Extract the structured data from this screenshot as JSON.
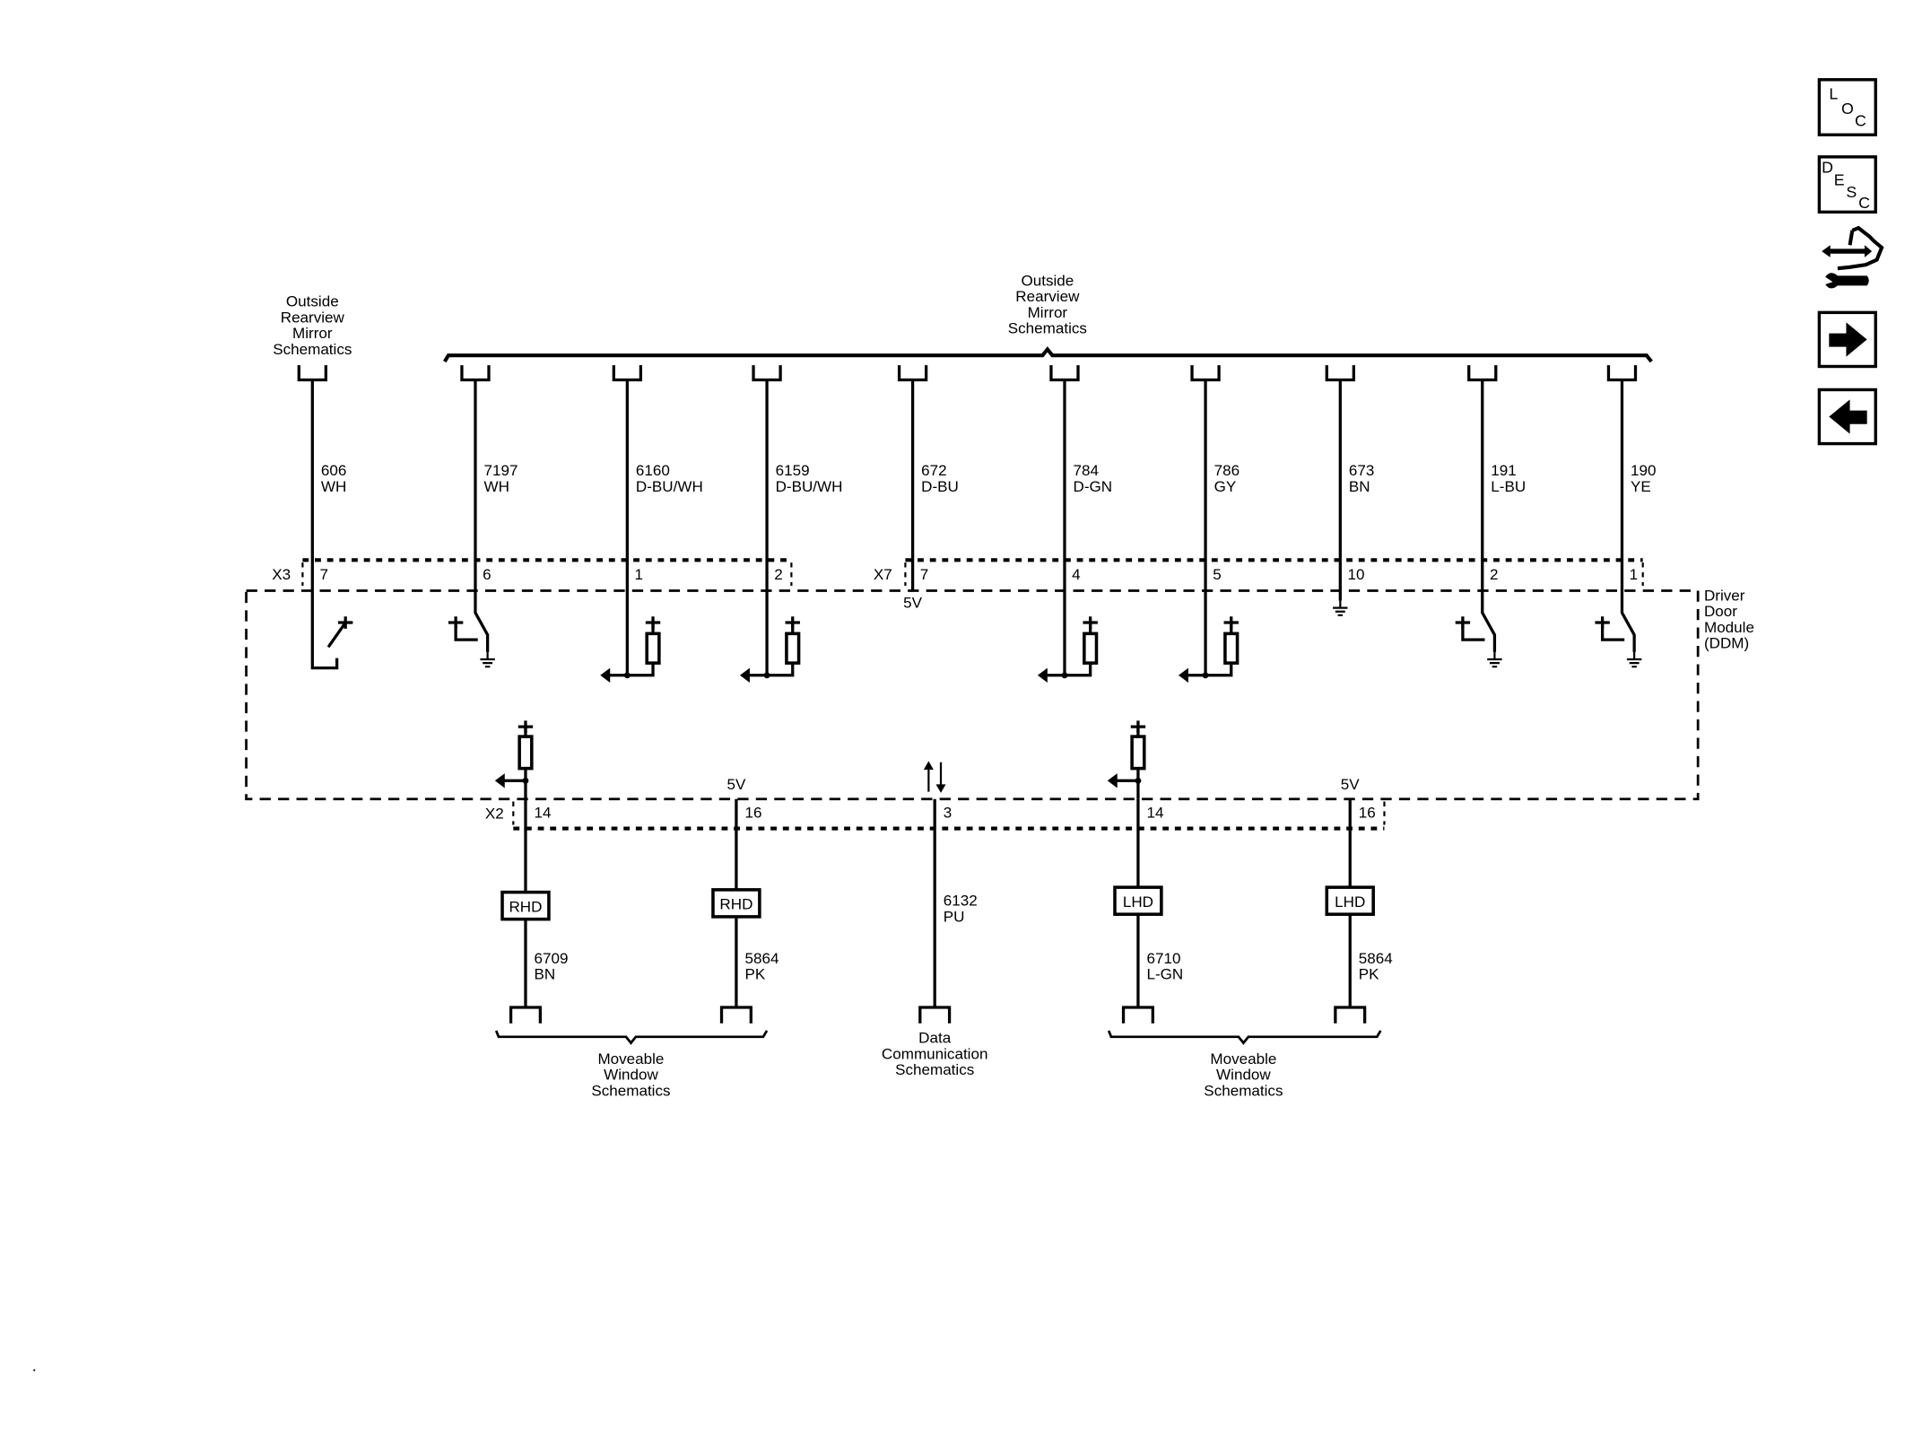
{
  "top_left_ref": {
    "label_lines": [
      "Outside",
      "Rearview",
      "Mirror",
      "Schematics"
    ]
  },
  "top_group_ref": {
    "label_lines": [
      "Outside",
      "Rearview",
      "Mirror",
      "Schematics"
    ]
  },
  "module": {
    "label_lines": [
      "Driver",
      "Door",
      "Module",
      "(DDM)"
    ]
  },
  "connectors": {
    "x3": "X3",
    "x7": "X7",
    "x2": "X2"
  },
  "top_wires": [
    {
      "circuit": "606",
      "color": "WH",
      "connector": "X3",
      "pin": "7",
      "internal": "switch-to-wire"
    },
    {
      "circuit": "7197",
      "color": "WH",
      "connector": "X3",
      "pin": "6",
      "internal": "switch-ground"
    },
    {
      "circuit": "6160",
      "color": "D-BU/WH",
      "connector": "X3",
      "pin": "1",
      "internal": "pullup-output"
    },
    {
      "circuit": "6159",
      "color": "D-BU/WH",
      "connector": "X3",
      "pin": "2",
      "internal": "pullup-output"
    },
    {
      "circuit": "672",
      "color": "D-BU",
      "connector": "X7",
      "pin": "7",
      "internal": "supply",
      "supply": "5V"
    },
    {
      "circuit": "784",
      "color": "D-GN",
      "connector": "X7",
      "pin": "4",
      "internal": "pullup-output"
    },
    {
      "circuit": "786",
      "color": "GY",
      "connector": "X7",
      "pin": "5",
      "internal": "pullup-output"
    },
    {
      "circuit": "673",
      "color": "BN",
      "connector": "X7",
      "pin": "10",
      "internal": "ground"
    },
    {
      "circuit": "191",
      "color": "L-BU",
      "connector": "X7",
      "pin": "2",
      "internal": "switch-ground"
    },
    {
      "circuit": "190",
      "color": "YE",
      "connector": "X7",
      "pin": "1",
      "internal": "switch-ground"
    }
  ],
  "bottom_wires": [
    {
      "circuit": "6709",
      "color": "BN",
      "connector": "X2",
      "pin": "14",
      "option": "RHD",
      "internal": "pullup-output"
    },
    {
      "circuit": "5864",
      "color": "PK",
      "connector": "X2",
      "pin": "16",
      "option": "RHD",
      "internal": "supply",
      "supply": "5V"
    },
    {
      "circuit": "6132",
      "color": "PU",
      "connector": "X2",
      "pin": "3",
      "option": "",
      "internal": "bidirectional"
    },
    {
      "circuit": "6710",
      "color": "L-GN",
      "connector": "X2",
      "pin": "14",
      "option": "LHD",
      "internal": "pullup-output"
    },
    {
      "circuit": "5864",
      "color": "PK",
      "connector": "X2",
      "pin": "16",
      "option": "LHD",
      "internal": "supply",
      "supply": "5V"
    }
  ],
  "bottom_refs": [
    {
      "label_lines": [
        "Moveable",
        "Window",
        "Schematics"
      ]
    },
    {
      "label_lines": [
        "Data",
        "Communication",
        "Schematics"
      ]
    },
    {
      "label_lines": [
        "Moveable",
        "Window",
        "Schematics"
      ]
    }
  ],
  "side_toolbar": [
    {
      "name": "loc-button",
      "letters": [
        "L",
        "O",
        "C"
      ]
    },
    {
      "name": "desc-button",
      "letters": [
        "D",
        "E",
        "S",
        "C"
      ]
    },
    {
      "name": "connector-repair-button",
      "icon": "wrench-arrow-icon"
    },
    {
      "name": "next-button",
      "icon": "arrow-right-icon"
    },
    {
      "name": "previous-button",
      "icon": "arrow-left-icon"
    }
  ]
}
